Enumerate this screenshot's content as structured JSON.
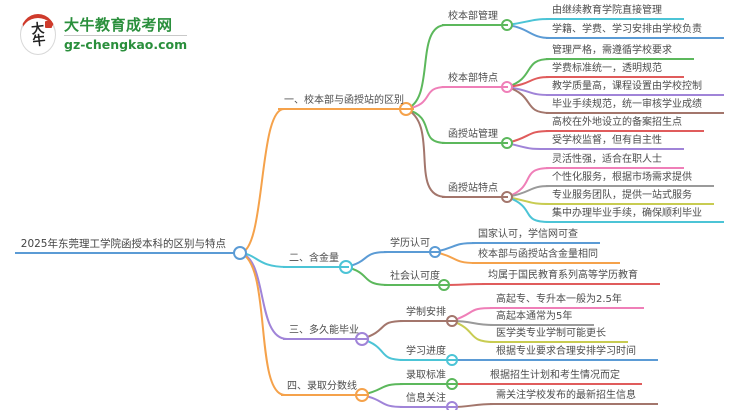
{
  "logo": {
    "icon_text": "大牛",
    "site_name": "大牛教育成考网",
    "domain": "gz-chengkao.com",
    "brand_green": "#2a8f3c",
    "icon_red": "#cf3b2c"
  },
  "palette": {
    "blue": "#5b9bd5",
    "cyan": "#4cc4d6",
    "green": "#5cb85c",
    "orange": "#f5a24b",
    "pink": "#ef7fb8",
    "red": "#e05c5c",
    "purple": "#a084d8",
    "brown": "#a3766c",
    "gray": "#9a9a9a",
    "olive": "#c8cc52",
    "text": "#4d4d4d"
  },
  "mindmap": {
    "root": "2025年东莞理工学院函授本科的区别与特点",
    "branches": [
      {
        "label": "一、校本部与函授站的区别",
        "children": [
          {
            "label": "校本部管理",
            "leaves": [
              "由继续教育学院直接管理",
              "学籍、学费、学习安排由学校负责"
            ]
          },
          {
            "label": "校本部特点",
            "leaves": [
              "管理严格，需遵循学校要求",
              "学费标准统一，透明规范",
              "教学质量高，课程设置由学校控制",
              "毕业手续规范，统一审核学业成绩"
            ]
          },
          {
            "label": "函授站管理",
            "leaves": [
              "高校在外地设立的备案招生点",
              "受学校监督，但有自主性"
            ]
          },
          {
            "label": "函授站特点",
            "leaves": [
              "灵活性强，适合在职人士",
              "个性化服务，根据市场需求提供",
              "专业服务团队，提供一站式服务",
              "集中办理毕业手续，确保顺利毕业"
            ]
          }
        ]
      },
      {
        "label": "二、含金量",
        "children": [
          {
            "label": "学历认可",
            "leaves": [
              "国家认可，学信网可查",
              "校本部与函授站含金量相同"
            ]
          },
          {
            "label": "社会认可度",
            "leaves": [
              "均属于国民教育系列高等学历教育"
            ]
          }
        ]
      },
      {
        "label": "三、多久能毕业",
        "children": [
          {
            "label": "学制安排",
            "leaves": [
              "高起专、专升本一般为2.5年",
              "高起本通常为5年",
              "医学类专业学制可能更长"
            ]
          },
          {
            "label": "学习进度",
            "leaves": [
              "根据专业要求合理安排学习时间"
            ]
          }
        ]
      },
      {
        "label": "四、录取分数线",
        "children": [
          {
            "label": "录取标准",
            "leaves": [
              "根据招生计划和考生情况而定"
            ]
          },
          {
            "label": "信息关注",
            "leaves": [
              "需关注学校发布的最新招生信息"
            ]
          }
        ]
      }
    ]
  }
}
